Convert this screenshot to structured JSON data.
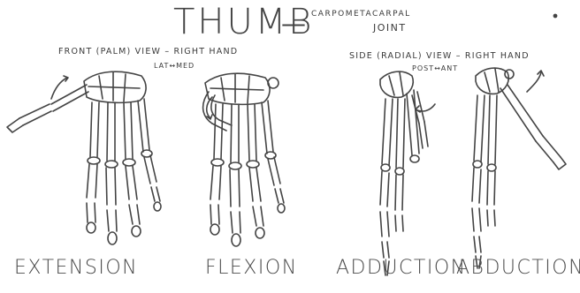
{
  "title": "THUMB",
  "title_dash": "—",
  "subtitle_line1": "CARPOMETACARPAL",
  "subtitle_line2": "JOINT",
  "front_view_label": "FRONT (PALM) VIEW – RIGHT HAND",
  "front_direction": "LAT↔MED",
  "side_view_label": "SIDE (RADIAL) VIEW – RIGHT HAND",
  "side_direction": "POST↔ANT",
  "captions": [
    "EXTENSION",
    "FLEXION",
    "ADDUCTION",
    "ABDUCTION"
  ],
  "colors": {
    "ink": "#3a3a3a",
    "paper": "#ffffff"
  }
}
